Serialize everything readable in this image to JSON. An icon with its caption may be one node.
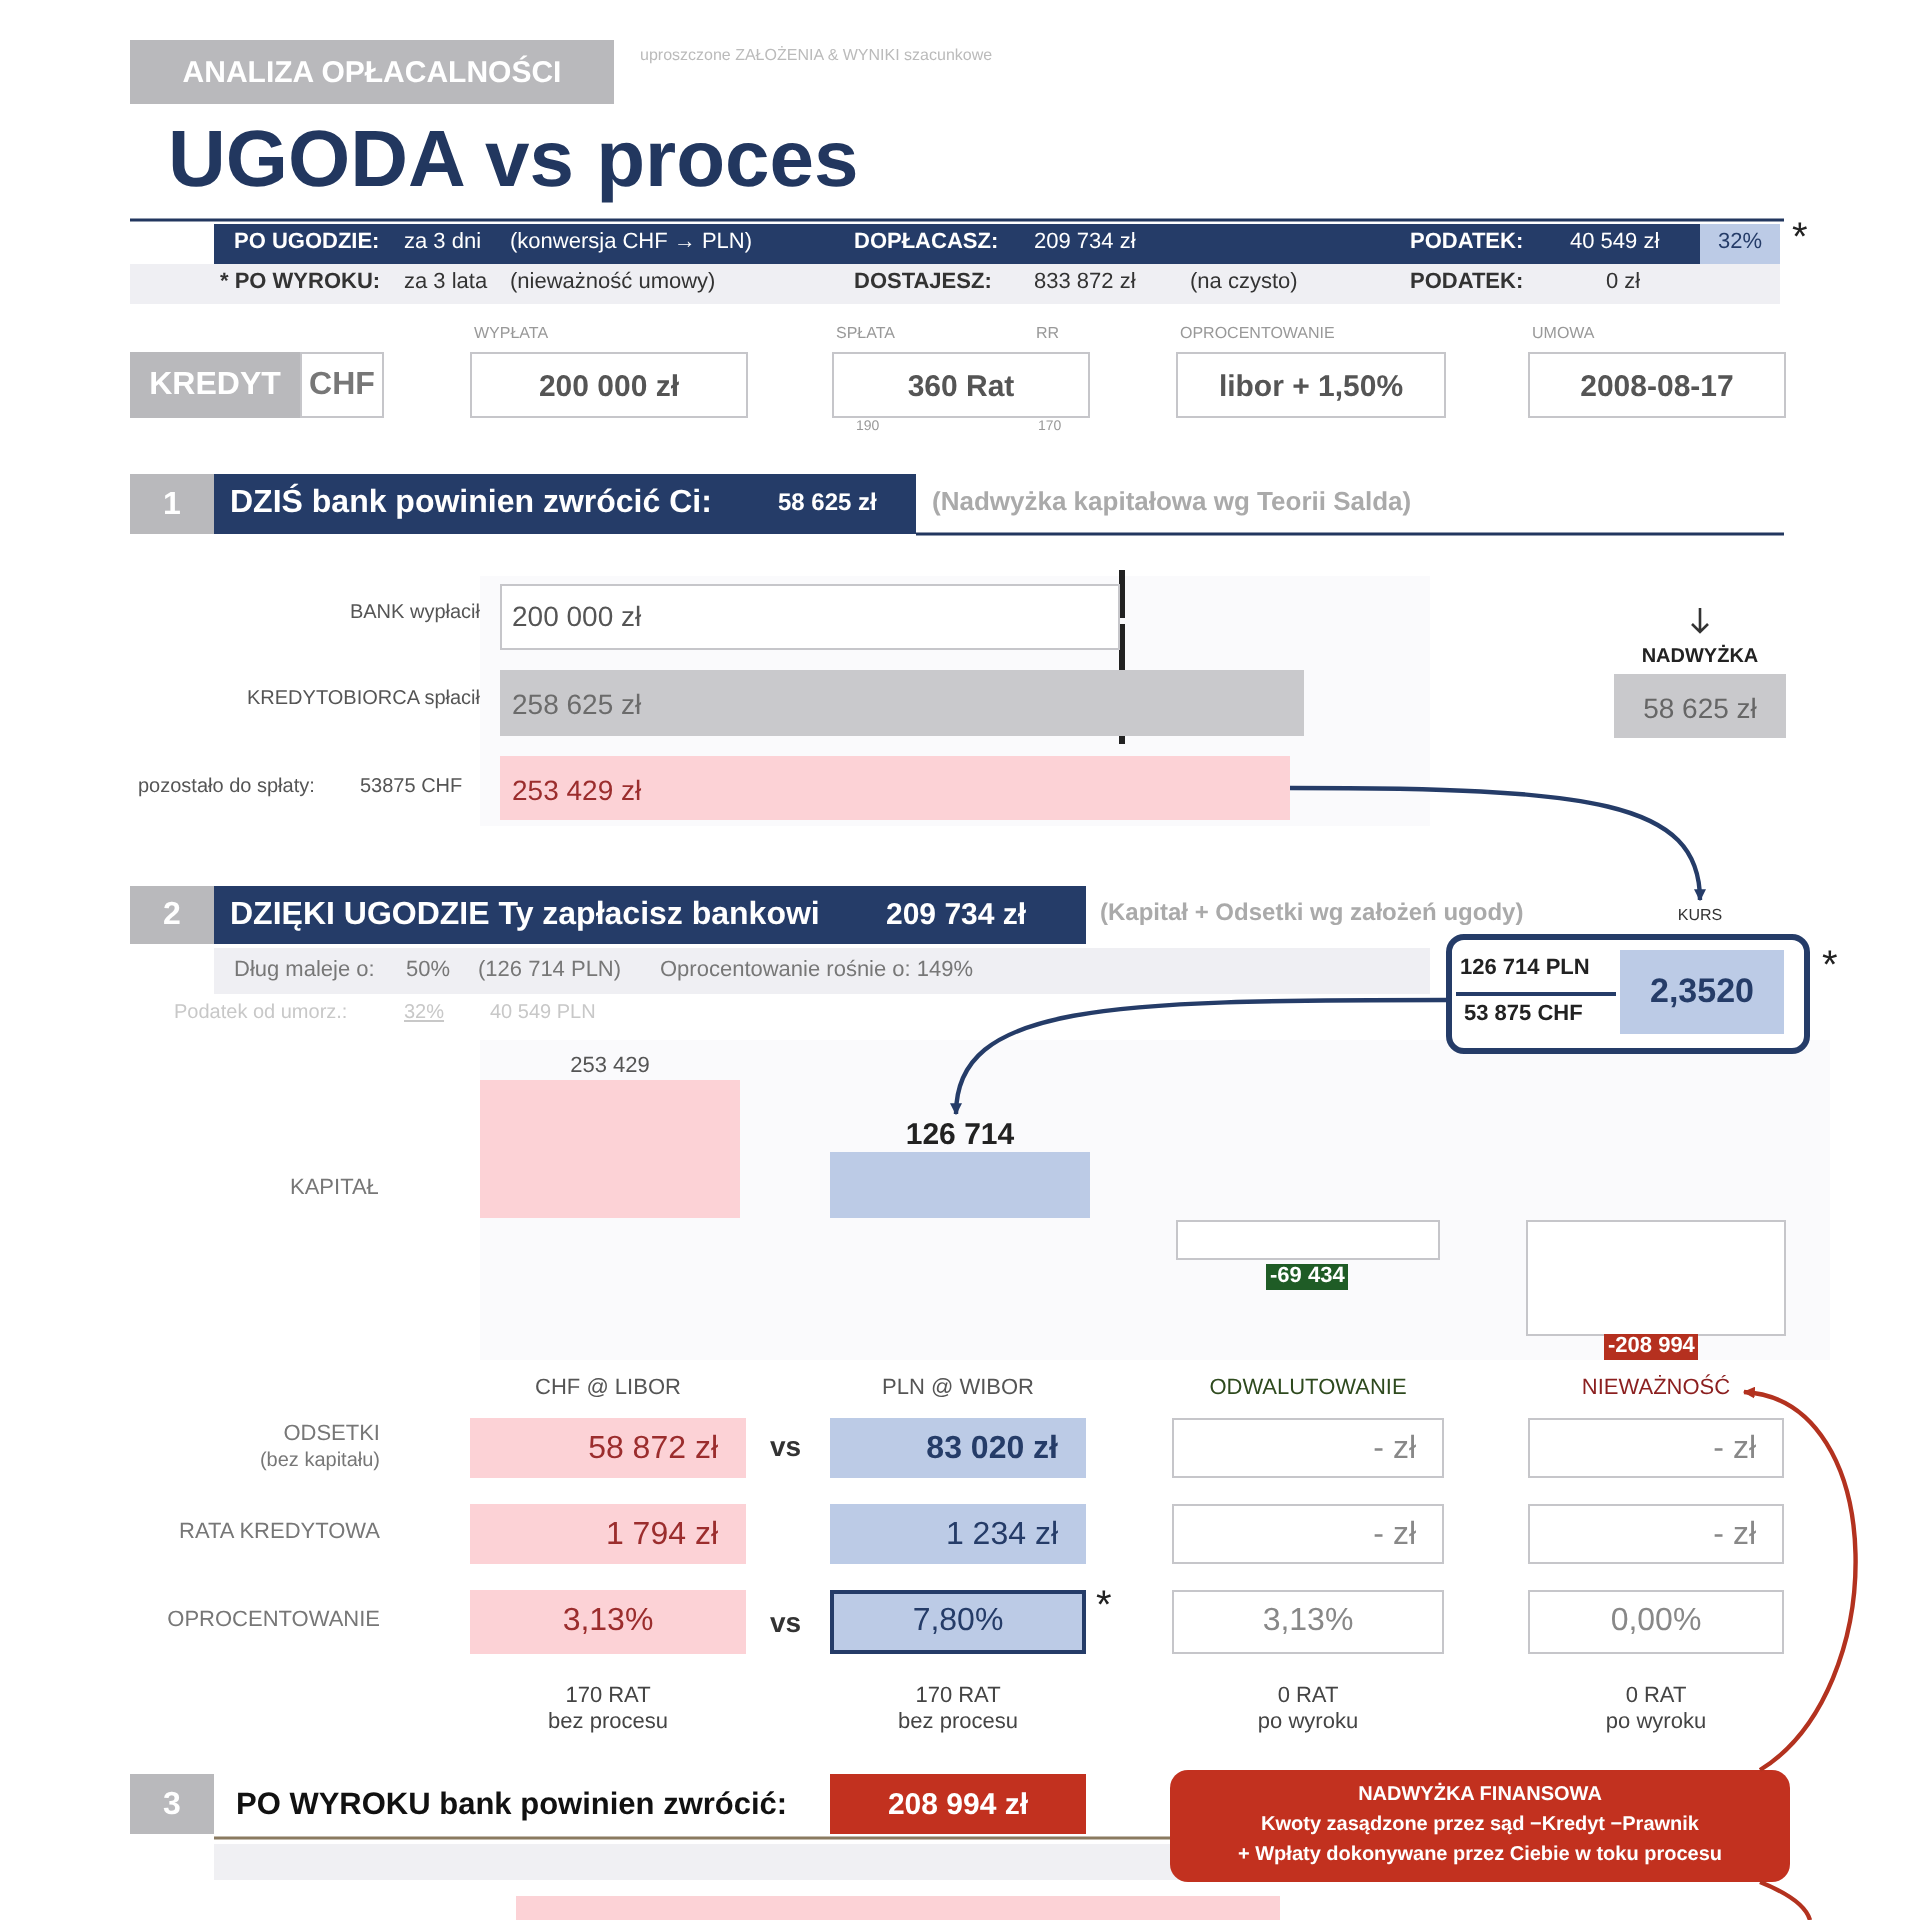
{
  "diagram": {
    "title": "UGODA vs proces",
    "nodes": [
      {
        "text": [
          "ANALIZA OPŁACALNOŚCI"
        ]
      },
      {
        "text": [
          "PO UGODZIE:",
          "za 3 dni",
          "(konwersja CHF → PLN)",
          "DOPŁACASZ:",
          "209 734 zł",
          "PODATEK:",
          "40 549 zł"
        ]
      },
      {
        "text": [
          "32%"
        ],
        "beside": [
          "*"
        ]
      },
      {
        "text": [
          "* PO WYROKU:",
          "za 3 lata",
          "(nieważność umowy)",
          "DOSTAJESZ:",
          "833 872 zł",
          "(na czysto)",
          "PODATEK:",
          "0 zł"
        ]
      },
      {
        "text": [
          "KREDYT"
        ]
      },
      {
        "text": [
          "CHF"
        ]
      },
      {
        "text": [
          "WYPŁATA",
          "200 000 zł"
        ]
      },
      {
        "text": [
          "SPŁATA",
          "RR",
          "360 Rat"
        ],
        "beside": [
          "190",
          "170"
        ]
      },
      {
        "text": [
          "OPROCENTOWANIE",
          "libor + 1,50%"
        ]
      },
      {
        "text": [
          "UMOWA",
          "2008-08-17"
        ]
      },
      {
        "text": [
          "1"
        ]
      },
      {
        "text": [
          "DZIŚ bank powinien zwrócić Ci:",
          "58 625 zł"
        ]
      },
      {
        "text": [
          "200 000 zł"
        ],
        "beside": [
          "BANK wypłacił"
        ]
      },
      {
        "text": [
          "258 625 zł"
        ],
        "beside": [
          "KREDYTOBIORCA spłacił"
        ]
      },
      {
        "text": [
          "253 429 zł"
        ],
        "beside": [
          "pozostało do spłaty:",
          "53875 CHF"
        ]
      },
      {
        "text": [
          "NADWYŻKA",
          "58 625 zł"
        ]
      },
      {
        "text": [
          "2"
        ]
      },
      {
        "text": [
          "DZIĘKI UGODZIE Ty zapłacisz bankowi",
          "209 734 zł"
        ]
      },
      {
        "text": [
          "Dług maleje o:",
          "50%",
          "(126 714 PLN)",
          "Oprocentowanie rośnie o: 149%"
        ]
      },
      {
        "text": [
          "KURS",
          "126 714 PLN",
          "53 875 CHF"
        ],
        "beside": [
          "*"
        ]
      },
      {
        "text": [
          "2,3520"
        ],
        "in": 19
      },
      {
        "text": [
          "253 429"
        ]
      },
      {
        "text": [
          "126 714"
        ]
      },
      {
        "text": [
          "-69 434"
        ]
      },
      {
        "text": [
          "-208 994"
        ]
      },
      {
        "text": [
          "NIEWAŻNOŚĆ"
        ]
      },
      {
        "text": [
          "58 872 zł"
        ]
      },
      {
        "text": [
          "83 020 zł"
        ]
      },
      {
        "text": [
          "- zł"
        ]
      },
      {
        "text": [
          "- zł"
        ]
      },
      {
        "text": [
          "1 794 zł"
        ]
      },
      {
        "text": [
          "1 234 zł"
        ]
      },
      {
        "text": [
          "- zł"
        ]
      },
      {
        "text": [
          "- zł"
        ]
      },
      {
        "text": [
          "3,13%"
        ]
      },
      {
        "text": [
          "7,80%"
        ]
      },
      {
        "text": [
          "3,13%"
        ]
      },
      {
        "text": [
          "0,00%"
        ]
      },
      {
        "text": [
          "3"
        ]
      },
      {
        "text": [
          "208 994 zł"
        ]
      },
      {
        "text": [
          "NADWYŻKA FINANSOWA",
          "Kwoty zasądzone przez sąd −Kredyt −Prawnik",
          "+ Wpłaty dokonywane przez Ciebie w toku procesu"
        ]
      }
    ],
    "edges": [
      {
        "from": 14,
        "to": 19,
        "arrow": "to"
      },
      {
        "from": 19,
        "to": 22,
        "arrow": "to"
      },
      {
        "from": 40,
        "to": 25,
        "arrow": "to",
        "color": "#b3321f"
      },
      {
        "from": 40,
        "to": null,
        "arrow": "none",
        "color": "#b3321f"
      }
    ],
    "labels": [
      "uproszczone ZAŁOŻENIA & WYNIKI szacunkowe",
      "(Nadwyżka kapitałowa wg Teorii Salda)",
      "(Kapitał + Odsetki wg założeń ugody)",
      "Podatek od umorz.:",
      "32%",
      "40 549 PLN",
      "KAPITAŁ",
      "CHF @ LIBOR",
      "PLN @ WIBOR",
      "ODWALUTOWANIE",
      "ODSETKI",
      "(bez kapitału)",
      "vs",
      "RATA KREDYTOWA",
      "OPROCENTOWANIE",
      "vs",
      "*",
      "170 RAT",
      "bez procesu",
      "170 RAT",
      "bez procesu",
      "0 RAT",
      "po wyroku",
      "0 RAT",
      "po wyroku",
      "PO WYROKU bank powinien zwrócić:"
    ]
  }
}
